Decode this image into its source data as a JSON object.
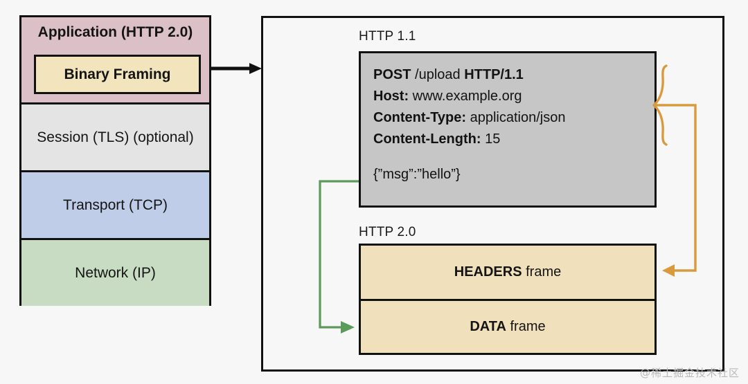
{
  "diagram": {
    "title": "HTTP 2.0 binary framing layer",
    "colors": {
      "application_layer": "#dcc0c8",
      "binary_framing": "#f2e5bd",
      "session_layer": "#e4e4e4",
      "transport_layer": "#bfcde8",
      "network_layer": "#c8dcc3",
      "http11_box": "#c6c6c6",
      "frame_box": "#f0e0bb",
      "headers_connector": "#d89a3c",
      "data_connector": "#5b9a5b",
      "stroke": "#111111"
    }
  },
  "stack": {
    "layers": [
      {
        "label": "Application (HTTP 2.0)"
      },
      {
        "label": "Session (TLS) (optional)"
      },
      {
        "label": "Transport (TCP)"
      },
      {
        "label": "Network (IP)"
      }
    ],
    "inner_box": {
      "label": "Binary Framing"
    }
  },
  "http11": {
    "section_label": "HTTP 1.1",
    "message": {
      "request_line": {
        "method": "POST",
        "path": " /upload ",
        "version": "HTTP/1.1"
      },
      "headers": [
        {
          "name": "Host:",
          "value": " www.example.org"
        },
        {
          "name": "Content-Type:",
          "value": " application/json"
        },
        {
          "name": "Content-Length:",
          "value": " 15"
        }
      ],
      "body": "{”msg”:”hello”}"
    }
  },
  "http20": {
    "section_label": "HTTP 2.0",
    "frames": [
      {
        "name": "HEADERS",
        "suffix": " frame"
      },
      {
        "name": "DATA",
        "suffix": " frame"
      }
    ]
  },
  "watermark": {
    "text": "@稀土掘金技术社区"
  }
}
